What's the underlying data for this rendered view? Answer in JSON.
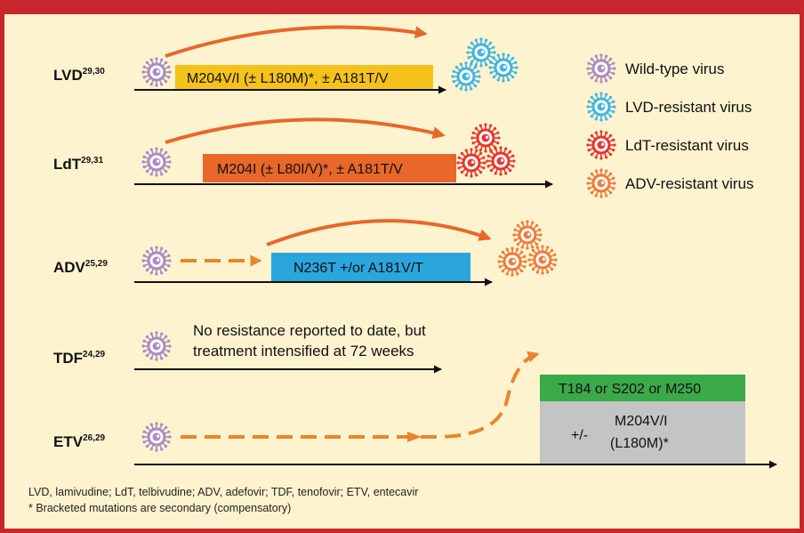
{
  "title": "",
  "rows": [
    {
      "drug": "LVD",
      "refs": "29,30",
      "mutation": "M204V/I (± L180M)*, ± A181T/V"
    },
    {
      "drug": "LdT",
      "refs": "29,31",
      "mutation": "M204I (± L80I/V)*, ± A181T/V"
    },
    {
      "drug": "ADV",
      "refs": "25,29",
      "mutation": "N236T +/or A181V/T"
    },
    {
      "drug": "TDF",
      "refs": "24,29",
      "note_line1": "No resistance reported to date, but",
      "note_line2": "treatment intensified at 72 weeks"
    },
    {
      "drug": "ETV",
      "refs": "26,29",
      "mutation_top": "T184 or S202 or M250",
      "mutation_prefix": "+/-",
      "mutation_line1": "M204V/I",
      "mutation_line2": "(L180M)*"
    }
  ],
  "legend": [
    {
      "label": "Wild-type virus",
      "color": "#a98bc4",
      "icon": "virus-icon"
    },
    {
      "label": "LVD-resistant virus",
      "color": "#3fb6e3",
      "icon": "virus-icon"
    },
    {
      "label": "LdT-resistant virus",
      "color": "#e8362f",
      "icon": "virus-icon"
    },
    {
      "label": "ADV-resistant virus",
      "color": "#f07a3a",
      "icon": "virus-icon"
    }
  ],
  "footnotes": {
    "abbreviations": "LVD, lamivudine; LdT, telbivudine; ADV, adefovir; TDF, tenofovir; ETV, entecavir",
    "bracketed": "* Bracketed mutations are secondary (compensatory)"
  },
  "colors": {
    "frame": "#c9252c",
    "background": "#fdf3cf",
    "lvd_box": "#f5c21b",
    "ldt_box": "#e8672b",
    "adv_box": "#2ba6dc",
    "etv_top_box": "#3aaa48",
    "etv_bottom_box": "#c4c4c4",
    "arrow_curve": "#e8672b",
    "dashed": "#e8862b"
  }
}
